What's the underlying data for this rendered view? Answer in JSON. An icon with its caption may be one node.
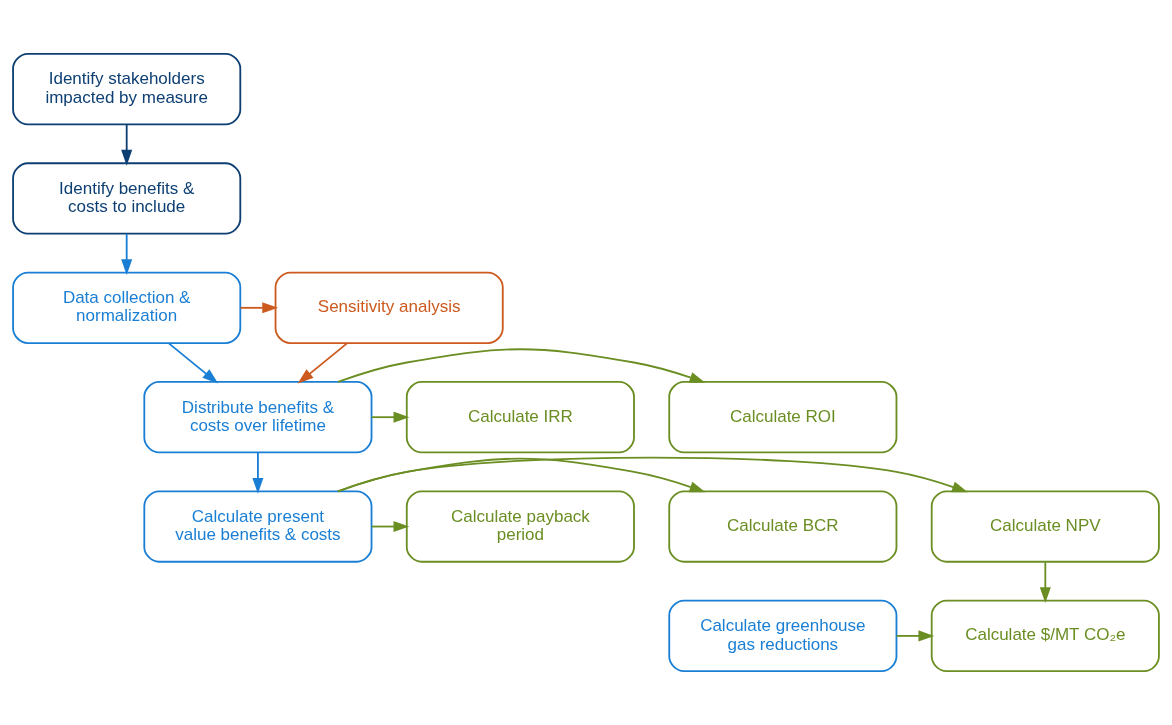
{
  "diagram": {
    "nodes": [
      {
        "text": [
          "Identify stakeholders impacted by measure"
        ]
      },
      {
        "text": [
          "Identify benefits & costs to include"
        ]
      },
      {
        "text": [
          "Data collection & normalization"
        ]
      },
      {
        "text": [
          "Sensitivity analysis"
        ]
      },
      {
        "text": [
          "Distribute benefits & costs over lifetime"
        ]
      },
      {
        "text": [
          "Calculate ROI"
        ]
      },
      {
        "text": [
          "Calculate IRR"
        ]
      },
      {
        "text": [
          "Calculate greenhouse gas reductions"
        ]
      },
      {
        "text": [
          "Calculate NPV"
        ]
      },
      {
        "text": [
          "Calculate $/MT CO₂e"
        ]
      },
      {
        "text": [
          "Calculate present value benefits & costs"
        ]
      },
      {
        "text": [
          "Calculate BCR"
        ]
      },
      {
        "text": [
          "Calculate payback period"
        ]
      }
    ],
    "edges": [
      {
        "from": 0,
        "to": 1,
        "arrow": "to",
        "color": "#0d3f73"
      },
      {
        "from": 1,
        "to": 2,
        "arrow": "to",
        "color": "#1a7fd4"
      },
      {
        "from": 2,
        "to": 3,
        "arrow": "to",
        "color": "#cc5a1e"
      },
      {
        "from": 3,
        "to": 4,
        "arrow": "to",
        "color": "#cc5a1e"
      },
      {
        "from": 2,
        "to": 4,
        "arrow": "to",
        "color": "#1a7fd4"
      },
      {
        "from": 4,
        "to": 5,
        "arrow": "to"
      },
      {
        "from": 4,
        "to": 6,
        "arrow": "to"
      },
      {
        "from": 4,
        "to": 10,
        "arrow": "to",
        "color": "#1a7fd4"
      },
      {
        "from": 10,
        "to": 8,
        "arrow": "to"
      },
      {
        "from": 10,
        "to": 11,
        "arrow": "to"
      },
      {
        "from": 10,
        "to": 12,
        "arrow": "to"
      },
      {
        "from": 8,
        "to": 9,
        "arrow": "to"
      },
      {
        "from": 7,
        "to": 9,
        "arrow": "to"
      }
    ]
  }
}
